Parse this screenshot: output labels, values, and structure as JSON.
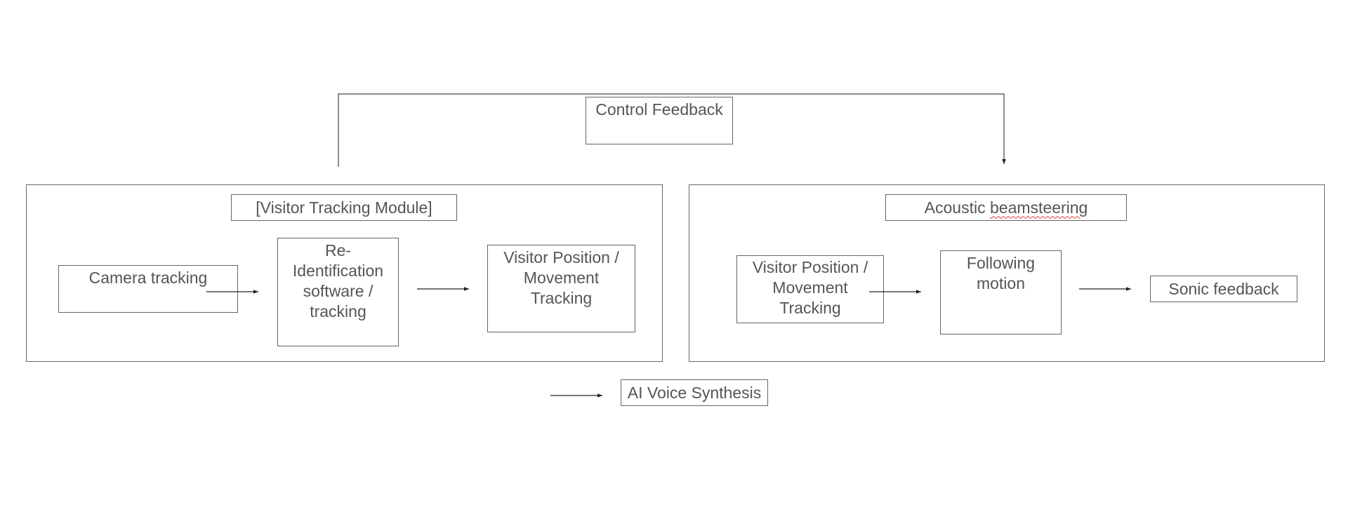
{
  "colors": {
    "stroke": "#666666",
    "text": "#555555",
    "arrow": "#222222",
    "spellcheck": "#e23b3b"
  },
  "diagram": {
    "control_feedback": "Control Feedback",
    "tracking_module": {
      "title": "[Visitor Tracking Module]",
      "camera_tracking": "Camera tracking",
      "reidentification": "Re-\nIdentification\nsoftware /\ntracking",
      "position_tracking": "Visitor Position /\nMovement\nTracking"
    },
    "beamsteering_module": {
      "title_prefix": "Acoustic ",
      "title_word": "beamsteering",
      "position_tracking": "Visitor Position /\nMovement\nTracking",
      "following_motion": "Following\nmotion",
      "sonic_feedback": "Sonic feedback"
    },
    "ai_voice": "AI Voice Synthesis"
  }
}
